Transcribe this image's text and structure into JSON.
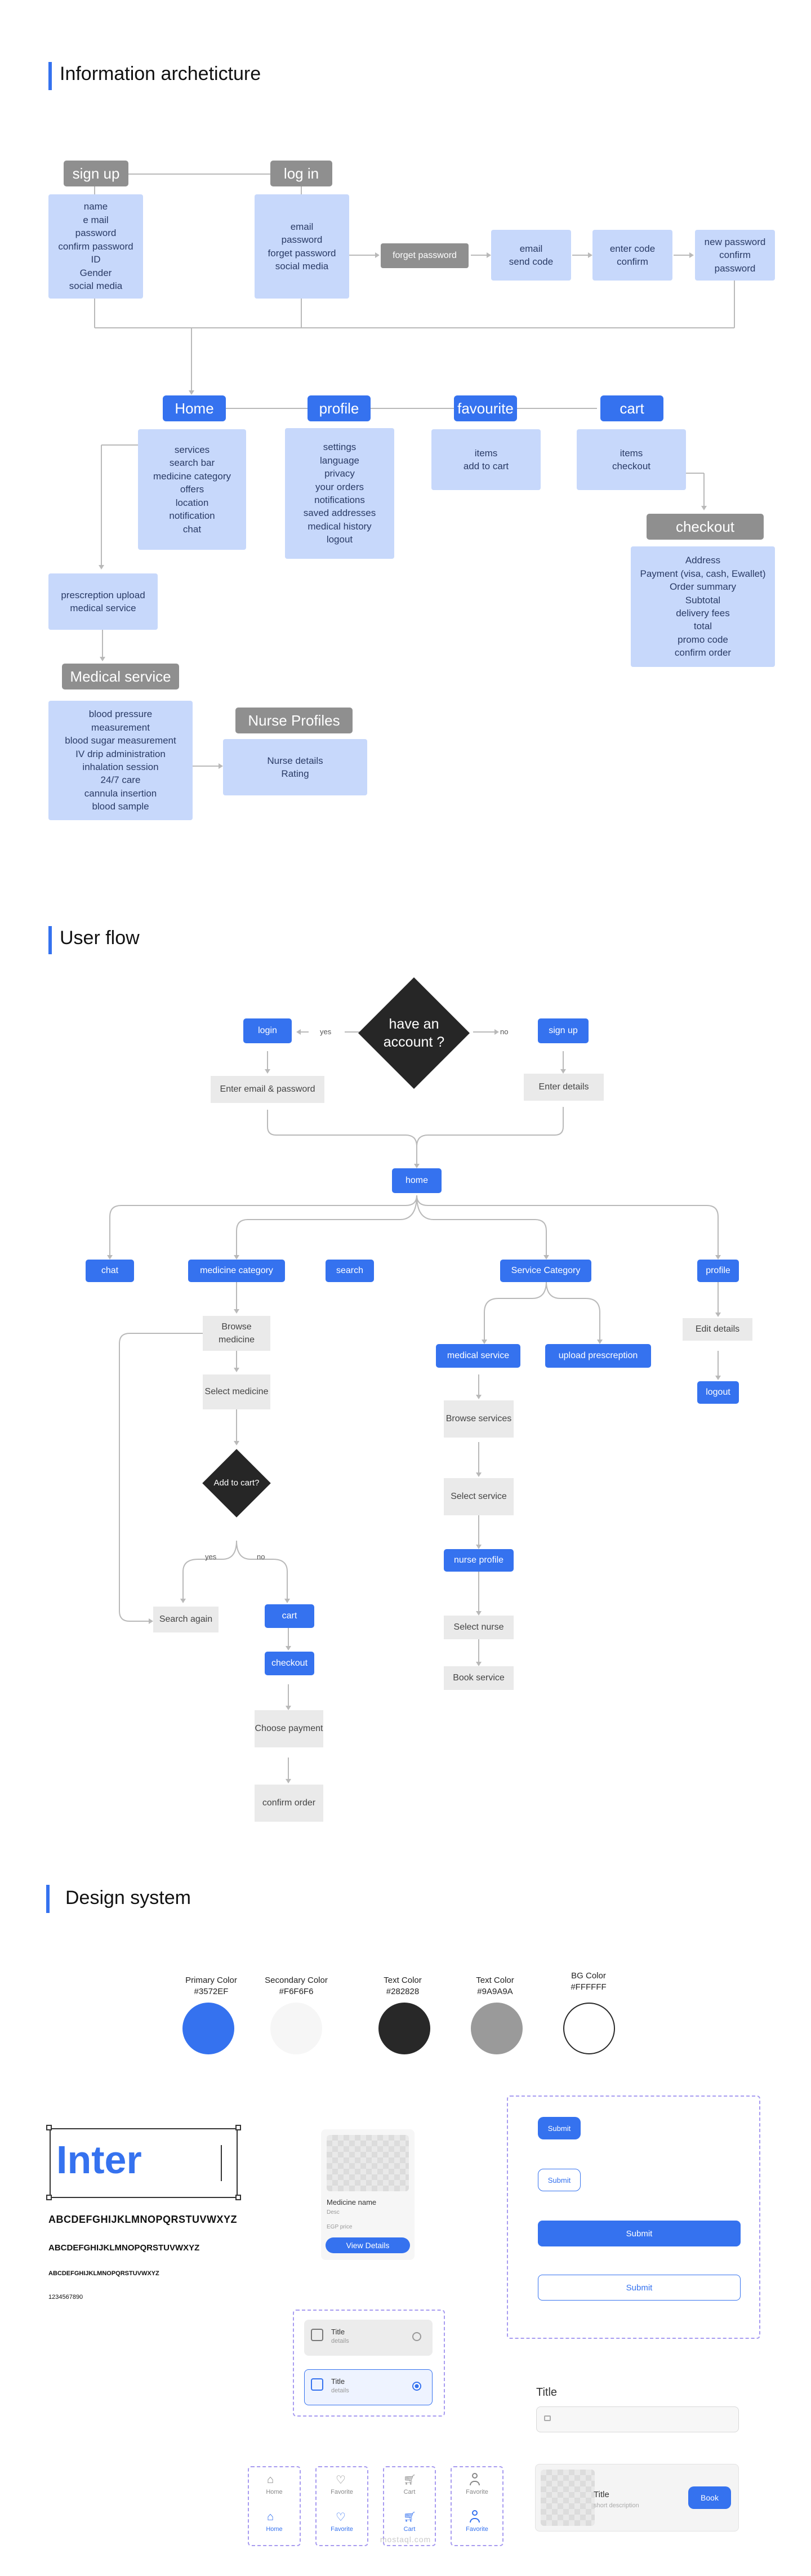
{
  "sections": {
    "ia_title": "Information archeticture",
    "uf_title": "User flow",
    "ds_title": "Design system"
  },
  "ia": {
    "signup": "sign up",
    "signup_items": [
      "name",
      "e mail",
      "password",
      "confirm password",
      "ID",
      "Gender",
      "social media"
    ],
    "login": "log in",
    "login_items": [
      "email",
      "password",
      "forget password",
      "social media"
    ],
    "forget_password": "forget password",
    "email_send": [
      "email",
      "send code"
    ],
    "enter_code": [
      "enter code",
      "confirm"
    ],
    "new_password": [
      "new password",
      "confirm",
      "password"
    ],
    "home": "Home",
    "home_items": [
      "services",
      "search bar",
      "medicine category",
      "offers",
      "location",
      "notification",
      "chat"
    ],
    "profile": "profile",
    "profile_items": [
      "settings",
      "language",
      "privacy",
      "your orders",
      "notifications",
      "saved addresses",
      "medical history",
      "logout"
    ],
    "favourite": "favourite",
    "favourite_items": [
      "items",
      "add to cart"
    ],
    "cart": "cart",
    "cart_items": [
      "items",
      "checkout"
    ],
    "checkout": "checkout",
    "checkout_items": [
      "Address",
      "Payment (visa, cash, Ewallet)",
      "Order summary",
      "Subtotal",
      "delivery fees",
      "total",
      "promo code",
      "confirm order"
    ],
    "prescription": [
      "prescreption upload",
      "medical service"
    ],
    "medical_service": "Medical service",
    "medical_items": [
      "blood pressure",
      "measurement",
      "blood sugar measurement",
      "IV drip administration",
      "inhalation session",
      "24/7 care",
      "cannula insertion",
      "blood sample"
    ],
    "nurse_profiles": "Nurse Profiles",
    "nurse_items": [
      "Nurse details",
      "Rating"
    ]
  },
  "uf": {
    "login": "login",
    "yes": "yes",
    "no": "no",
    "question": "have an account ?",
    "signup": "sign up",
    "enter_email": "Enter email & password",
    "enter_details": "Enter details",
    "home": "home",
    "chat": "chat",
    "medicine_category": "medicine category",
    "search": "search",
    "service_category": "Service Category",
    "profile": "profile",
    "browse_medicine": "Browse medicine",
    "select_medicine": "Select medicine",
    "add_to_cart": "Add to cart?",
    "search_again": "Search again",
    "cart": "cart",
    "checkout": "checkout",
    "choose_payment": "Choose payment",
    "confirm_order": "confirm order",
    "medical_service": "medical service",
    "upload_prescription": "upload prescreption",
    "browse_services": "Browse services",
    "select_service": "Select service",
    "nurse_profile": "nurse profile",
    "select_nurse": "Select nurse",
    "book_service": "Book service",
    "edit_details": "Edit details",
    "logout": "logout"
  },
  "ds": {
    "colors": [
      {
        "name": "Primary Color",
        "hex": "#3572EF"
      },
      {
        "name": "Secondary Color",
        "hex": "#F6F6F6"
      },
      {
        "name": "Text Color",
        "hex": "#282828"
      },
      {
        "name": "Text Color",
        "hex": "#9A9A9A"
      },
      {
        "name": "BG Color",
        "hex": "#FFFFFF"
      }
    ],
    "font_name": "Inter",
    "alphabet_upper": "ABCDEFGHIJKLMNOPQRSTUVWXYZ",
    "alphabet_mid": "ABCDEFGHIJKLMNOPQRSTUVWXYZ",
    "alphabet_small": "ABCDEFGHIJKLMNOPQRSTUVWXYZ",
    "digits": "1234567890",
    "card": {
      "title": "Medicine name",
      "desc": "Desc",
      "price": "EGP price",
      "button": "View Details"
    },
    "buttons": {
      "submit": "Submit"
    },
    "options": [
      {
        "title": "Title",
        "detail": "details"
      },
      {
        "title": "Title",
        "detail": "details"
      }
    ],
    "input": {
      "label": "Title"
    },
    "nav": [
      "Home",
      "Favorite",
      "Cart",
      "Favorite"
    ],
    "list_item": {
      "title": "Title",
      "desc": "short description",
      "button": "Book"
    },
    "watermark": "mostaql.com"
  }
}
